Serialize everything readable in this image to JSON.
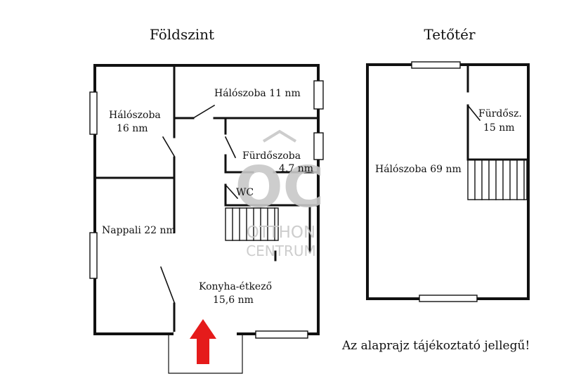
{
  "titles": {
    "ground_floor": "Földszint",
    "attic": "Tetőtér"
  },
  "ground_rooms": {
    "bedroom_11_label": "Hálószoba 11 nm",
    "bedroom_16_name": "Hálószoba",
    "bedroom_16_area": "16 nm",
    "bathroom_name": "Fürdőszoba",
    "bathroom_area": "4,7 nm",
    "wc": "WC",
    "living_label": "Nappali 22 nm",
    "kitchen_name": "Konyha-étkező",
    "kitchen_area": "15,6 nm"
  },
  "attic_rooms": {
    "bath_name": "Fürdősz.",
    "bath_area": "15 nm",
    "bedroom_label": "Hálószoba 69 nm"
  },
  "disclaimer": "Az alaprajz tájékoztató jellegű!",
  "watermark": {
    "letters": "OC",
    "line1": "OTTHON",
    "line2": "CENTRUM"
  },
  "colors": {
    "wall": "#111111",
    "entrance_arrow": "#e51b1b",
    "watermark": "#c8c8c8"
  }
}
